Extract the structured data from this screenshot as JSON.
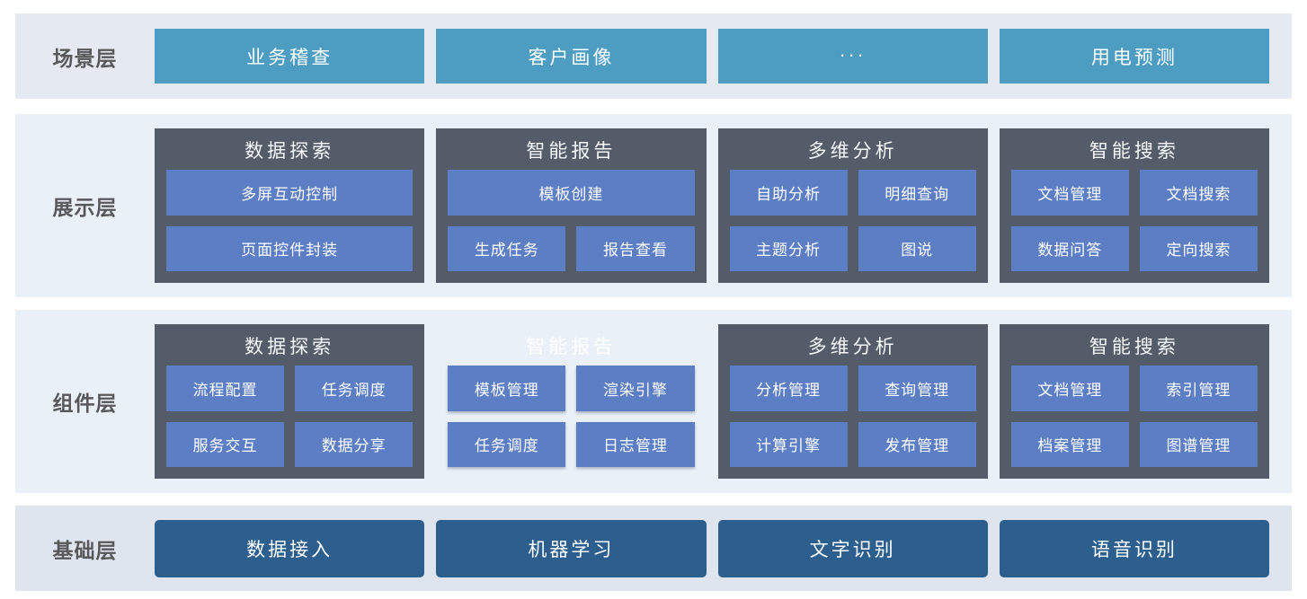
{
  "colors": {
    "band-scene": "#e5eaf2",
    "band-mid": "#e9f0f8",
    "band-base": "#dee5ef",
    "teal": "#4d9dc2",
    "slate": "#535c68",
    "module-blue": "#5b7ec4",
    "base-blue": "#2d5f8e",
    "label-gray": "#58585a"
  },
  "layers": [
    {
      "label": "场景层",
      "items": [
        "业务稽查",
        "客户画像",
        "···",
        "用电预测"
      ]
    },
    {
      "label": "展示层",
      "cards": [
        {
          "title": "数据探索",
          "items": [
            "多屏互动控制",
            "页面控件封装"
          ]
        },
        {
          "title": "智能报告",
          "items": [
            "模板创建",
            "生成任务",
            "报告查看"
          ]
        },
        {
          "title": "多维分析",
          "items": [
            "自助分析",
            "明细查询",
            "主题分析",
            "图说"
          ]
        },
        {
          "title": "智能搜索",
          "items": [
            "文档管理",
            "文档搜索",
            "数据问答",
            "定向搜索"
          ]
        }
      ]
    },
    {
      "label": "组件层",
      "cards": [
        {
          "title": "数据探索",
          "items": [
            "流程配置",
            "任务调度",
            "服务交互",
            "数据分享"
          ]
        },
        {
          "title": "智能报告",
          "ghost": true,
          "items": [
            "模板管理",
            "渲染引擎",
            "任务调度",
            "日志管理"
          ]
        },
        {
          "title": "多维分析",
          "items": [
            "分析管理",
            "查询管理",
            "计算引擎",
            "发布管理"
          ]
        },
        {
          "title": "智能搜索",
          "items": [
            "文档管理",
            "索引管理",
            "档案管理",
            "图谱管理"
          ]
        }
      ]
    },
    {
      "label": "基础层",
      "items": [
        "数据接入",
        "机器学习",
        "文字识别",
        "语音识别"
      ]
    }
  ]
}
